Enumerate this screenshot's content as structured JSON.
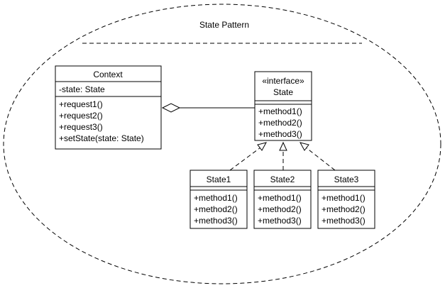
{
  "diagram": {
    "title": "State Pattern",
    "context": {
      "name": "Context",
      "attributes": [
        "-state: State"
      ],
      "operations": [
        "+request1()",
        "+request2()",
        "+request3()",
        "+setState(state: State)"
      ]
    },
    "state_interface": {
      "stereotype": "«interface»",
      "name": "State",
      "operations": [
        "+method1()",
        "+method2()",
        "+method3()"
      ]
    },
    "concrete_states": [
      {
        "name": "State1",
        "operations": [
          "+method1()",
          "+method2()",
          "+method3()"
        ]
      },
      {
        "name": "State2",
        "operations": [
          "+method1()",
          "+method2()",
          "+method3()"
        ]
      },
      {
        "name": "State3",
        "operations": [
          "+method1()",
          "+method2()",
          "+method3()"
        ]
      }
    ],
    "relations": [
      {
        "type": "aggregation",
        "from": "Context",
        "to": "State"
      },
      {
        "type": "realization",
        "from": "State1",
        "to": "State"
      },
      {
        "type": "realization",
        "from": "State2",
        "to": "State"
      },
      {
        "type": "realization",
        "from": "State3",
        "to": "State"
      }
    ]
  }
}
